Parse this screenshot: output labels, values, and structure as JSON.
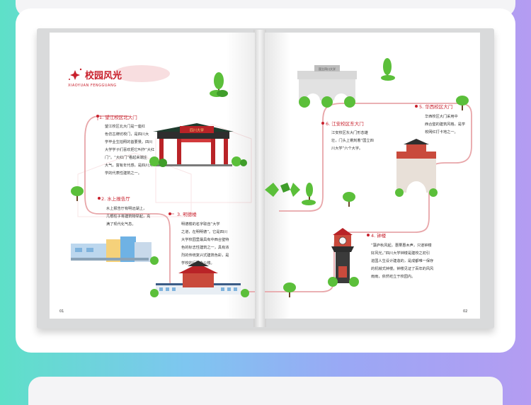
{
  "colors": {
    "accent": "#c8202c",
    "route": "#e8a6a9",
    "tree": "#5bbf3a",
    "building_red": "#b92327"
  },
  "page": {
    "title": "校园风光",
    "subtitle": "XIAOYUAN FENGGUANG",
    "page_number_left": "01",
    "page_number_right": "02"
  },
  "spots": [
    {
      "heading": "1. 望江校区北大门",
      "lines": [
        "望江校区北大门是一座红",
        "色仿古牌坊校门，是四川大",
        "学毕业生拍照的首要景。四川",
        "大学学子们喜欢把它叫作“大红",
        "门”。“大红门”看起来端庄",
        "大气，富有年代感，是四川大",
        "学的代表性建筑之一。"
      ],
      "gate_label": "四川大学"
    },
    {
      "heading": "2. 水上报告厅",
      "lines": [
        "水上报告厅有明远湖上，",
        "几根柱子将建筑物举起，充",
        "满了现代化气息。"
      ]
    },
    {
      "heading": "3. 明德楼",
      "lines": [
        "明德楼的名字取自“大学",
        "之道，在明明德”。它是四川",
        "大学校园里最具有中西合璧特",
        "色的标志性建筑之一，具有浓",
        "烈的传统复兴式建筑色彩，是",
        "学校的行政办公楼。"
      ]
    },
    {
      "heading": "4. 钟楼",
      "lines": [
        "“藻庐秋风起，惠栗惠木声，只道钟楼",
        "好风光。”四川大学钟楼是建校之初引",
        "进国人生设计建造的，是成都唯一保存",
        "的机械式钟楼。钟楼见证了百年的风风",
        "雨雨，依然屹立于校园内。"
      ]
    },
    {
      "heading": "5. 华西校区大门",
      "lines": [
        "华西校区大门采用中",
        "西合璧的建筑风格，是学",
        "校网红打卡地之一。"
      ]
    },
    {
      "heading": "6. 江安校区东大门",
      "lines": [
        "江安校区东大门形态雄",
        "壮，门头上镌刻着“国立四",
        "川大学”六个大字。"
      ],
      "gate_label": "国立四川大学"
    }
  ]
}
